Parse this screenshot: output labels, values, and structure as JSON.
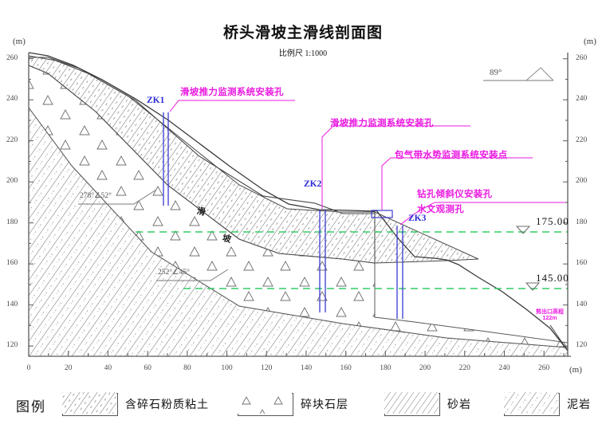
{
  "header": {
    "title": "桥头滑坡主滑线剖面图",
    "scale": "比例尺  1:1000"
  },
  "axes": {
    "y_unit_left": "(m)",
    "y_unit_right": "(m)",
    "x_unit": "(m)",
    "y_ticks": [
      120,
      140,
      160,
      180,
      200,
      220,
      240,
      260
    ],
    "x_ticks": [
      0,
      20,
      40,
      60,
      80,
      100,
      120,
      140,
      160,
      180,
      200,
      220,
      240,
      260
    ],
    "y_range": [
      115,
      263
    ],
    "x_range": [
      0,
      272
    ]
  },
  "annotations": {
    "zk1_label": "ZK1",
    "zk2_label": "ZK2",
    "zk3_label": "ZK3",
    "callout_1": "滑坡推力监测系统安装孔",
    "callout_2": "滑坡推力监测系统安装孔",
    "callout_3": "包气带水势监测系统安装点",
    "callout_4": "钻孔倾斜仪安装孔",
    "callout_5": "水文观测孔",
    "dip_1": "278°∠52°",
    "dip_2": "252°∠45°",
    "dip_3": "89°",
    "outlet_title": "剪出口高程",
    "outlet_value": "122m",
    "slip_char_1": "滑",
    "slip_char_2": "坡"
  },
  "water_levels": [
    {
      "label": "175.00",
      "elevation": 175
    },
    {
      "label": "145.00",
      "elevation": 145
    }
  ],
  "legend": {
    "title": "图例",
    "items": [
      {
        "label": "含碎石粉质粘土",
        "pattern": "hatch-dash-silt"
      },
      {
        "label": "碎块石层",
        "pattern": "triangles"
      },
      {
        "label": "砂岩",
        "pattern": "hatch-dense"
      },
      {
        "label": "泥岩",
        "pattern": "hatch-dashed"
      }
    ]
  },
  "colors": {
    "annotation": "#ea1ae0",
    "borehole": "#2b2bd4",
    "water": "#33cc66",
    "line": "#4a4a4a"
  }
}
